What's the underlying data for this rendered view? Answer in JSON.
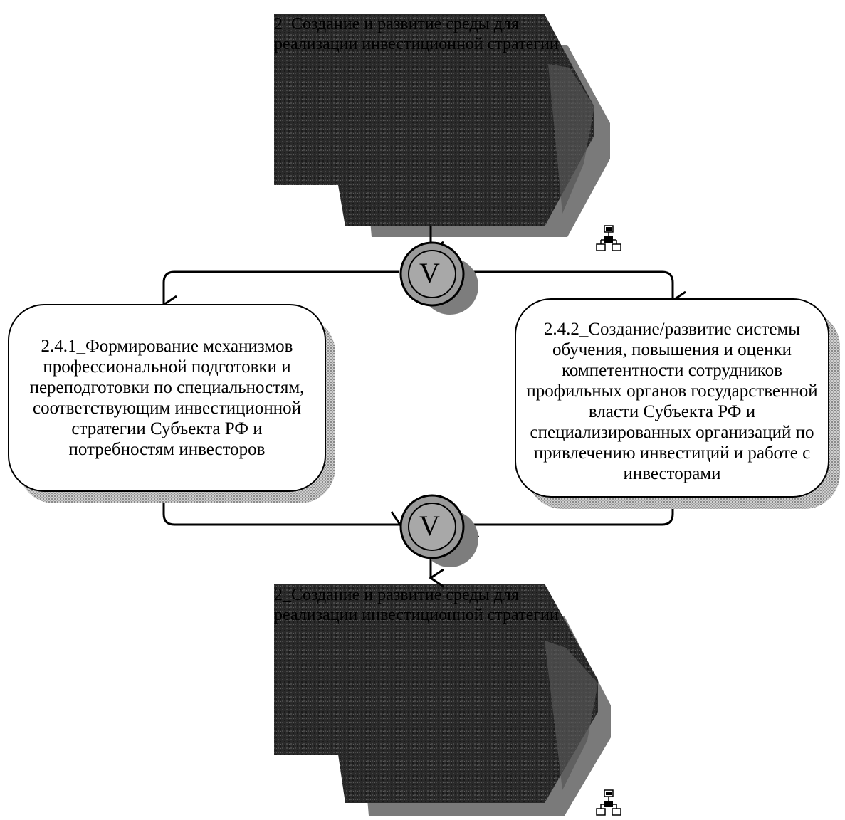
{
  "diagram": {
    "event_top": {
      "label": "2_Создание и развитие среды для\nреализации инвестиционной стратегии"
    },
    "event_bottom": {
      "label": "2_Создание и развитие среды для\nреализации инвестиционной стратегии"
    },
    "function_left": {
      "label": "2.4.1_Формирование механизмов\nпрофессиональной подготовки и\nпереподготовки по специальностям,\nсоответствующим инвестиционной\nстратегии Субъекта РФ и\nпотребностям инвесторов"
    },
    "function_right": {
      "label": "2.4.2_Создание/развитие системы\nобучения, повышения и оценки\nкомпетентности сотрудников\nпрофильных органов государственной\nвласти Субъекта РФ и\nспециализированных организаций по\nпривлечению инвестиций и работе с\nинвесторами"
    },
    "operator_split": {
      "symbol": "V"
    },
    "operator_join": {
      "symbol": "V"
    },
    "icons": [
      "process-path-icon",
      "process-path-icon"
    ]
  }
}
